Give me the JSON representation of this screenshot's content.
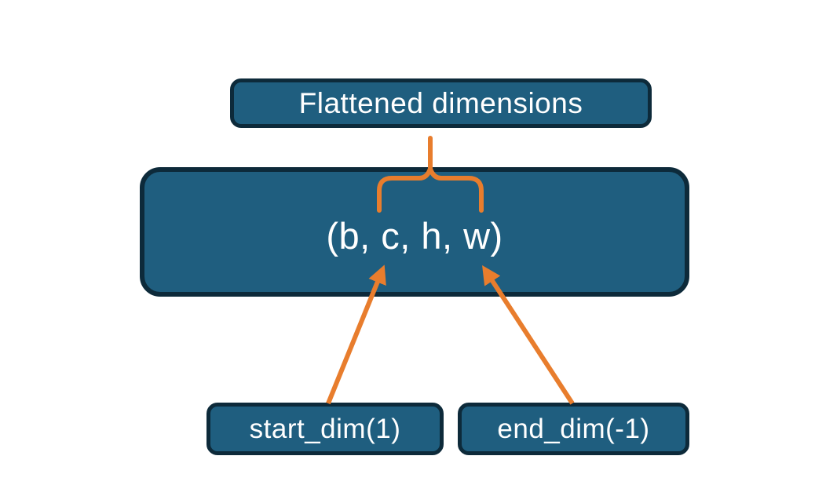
{
  "colors": {
    "background": "#ffffff",
    "node_fill": "#1f5e7f",
    "node_border": "#0d2a3a",
    "accent_orange": "#e87d2d",
    "text": "#ffffff"
  },
  "nodes": {
    "flattened": {
      "label": "Flattened dimensions"
    },
    "tensor": {
      "label": "(b, c, h, w)"
    },
    "start_dim": {
      "label": "start_dim(1)"
    },
    "end_dim": {
      "label": "end_dim(-1)"
    }
  }
}
